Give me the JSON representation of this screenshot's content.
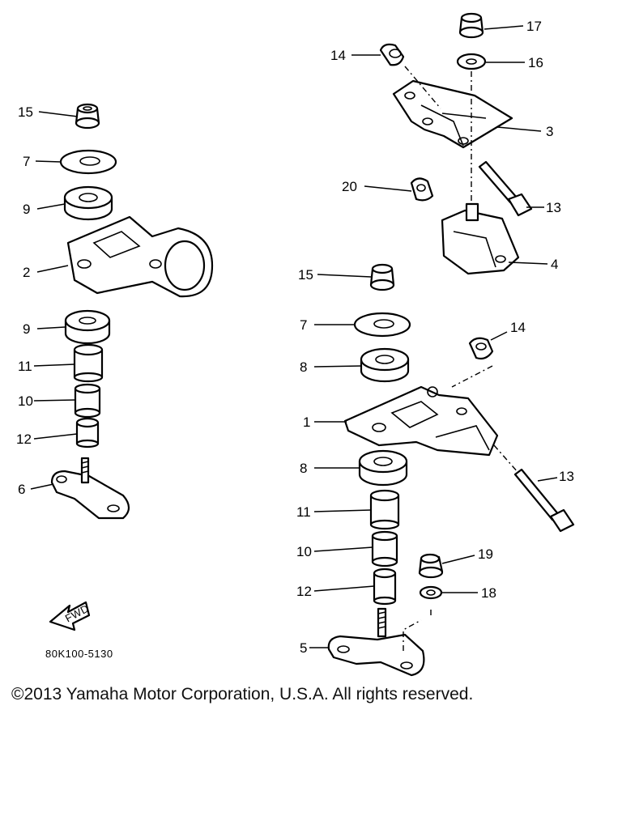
{
  "diagram": {
    "drawing_code": "80K100-5130",
    "fwd_label": "FWD",
    "callouts": {
      "c1": "1",
      "c2": "2",
      "c3": "3",
      "c4": "4",
      "c5": "5",
      "c6": "6",
      "c7a": "7",
      "c7b": "7",
      "c8a": "8",
      "c8b": "8",
      "c9a": "9",
      "c9b": "9",
      "c10a": "10",
      "c10b": "10",
      "c11a": "11",
      "c11b": "11",
      "c12a": "12",
      "c12b": "12",
      "c13a": "13",
      "c13b": "13",
      "c14a": "14",
      "c14b": "14",
      "c15a": "15",
      "c15b": "15",
      "c16": "16",
      "c17": "17",
      "c18": "18",
      "c19": "19",
      "c20": "20"
    }
  },
  "footer": {
    "copyright": "©2013 Yamaha Motor Corporation, U.S.A. All rights reserved."
  }
}
